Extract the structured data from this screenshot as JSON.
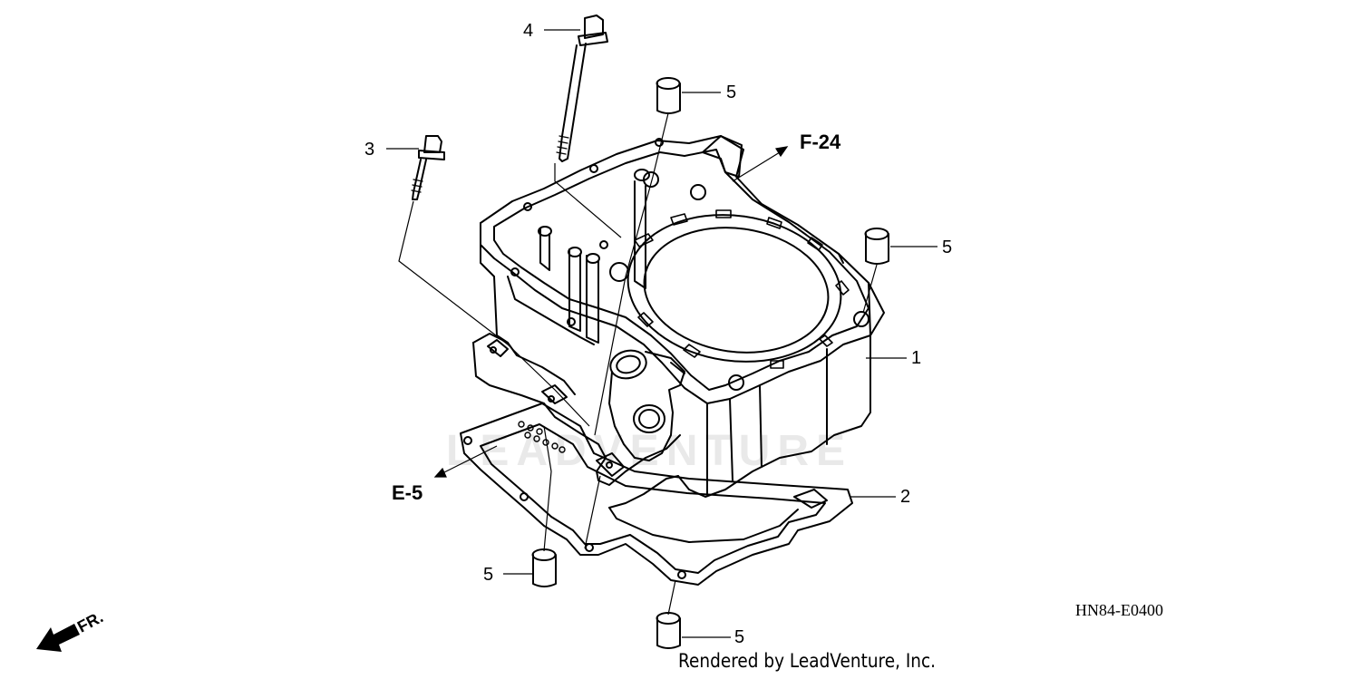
{
  "watermark": "LEADVENTURE",
  "callouts": {
    "c1": "1",
    "c2": "2",
    "c3": "3",
    "c4": "4",
    "c5a": "5",
    "c5b": "5",
    "c5c": "5",
    "c5d": "5"
  },
  "references": {
    "f24": "F-24",
    "e5": "E-5"
  },
  "direction": "FR.",
  "diagram_code": "HN84-E0400",
  "credit": "Rendered by LeadVenture, Inc.",
  "icons": [
    "front-direction-arrow-icon"
  ]
}
